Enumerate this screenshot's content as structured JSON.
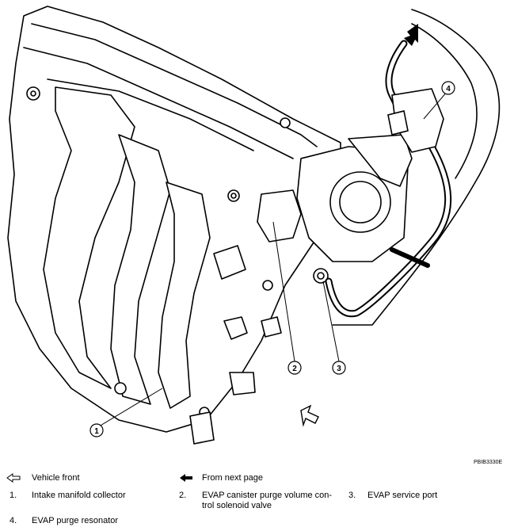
{
  "figure_code": "PBIB3330E",
  "callouts": [
    "1",
    "2",
    "3",
    "4"
  ],
  "legend": {
    "vehicle_front": "Vehicle front",
    "from_next_page": "From next page",
    "items": [
      {
        "num": "1.",
        "text": "Intake manifold collector"
      },
      {
        "num": "2.",
        "text": "EVAP canister purge volume con-trol solenoid valve"
      },
      {
        "num": "3.",
        "text": "EVAP service port"
      },
      {
        "num": "4.",
        "text": "EVAP purge resonator"
      }
    ]
  }
}
